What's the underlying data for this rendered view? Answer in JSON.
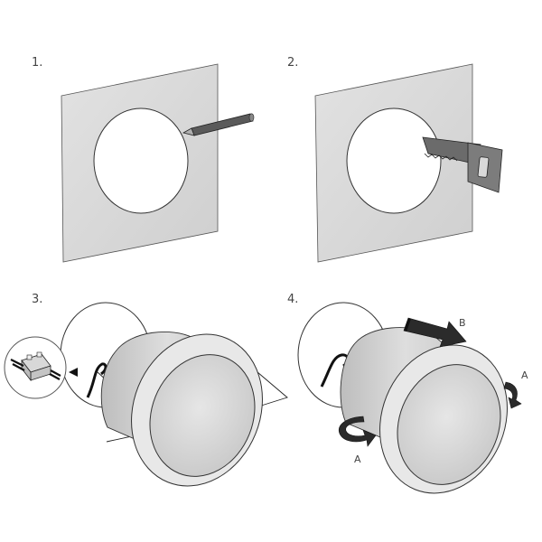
{
  "steps": [
    {
      "number": "1."
    },
    {
      "number": "2."
    },
    {
      "number": "3."
    },
    {
      "number": "4."
    }
  ],
  "arrows": {
    "slide_label": "B",
    "clip_label_right": "A",
    "clip_label_left": "A"
  },
  "icons": {
    "step1": "pencil-icon",
    "step2": "saw-icon",
    "step3": "wire-connector-icon",
    "arrow_b": "push-arrow-icon",
    "arrow_a": "rotate-arrow-icon"
  },
  "colors": {
    "panel": "#d9d9d9",
    "fixture": "#dcdcdc",
    "outline": "#333333",
    "arrow": "#2b2b2b"
  }
}
